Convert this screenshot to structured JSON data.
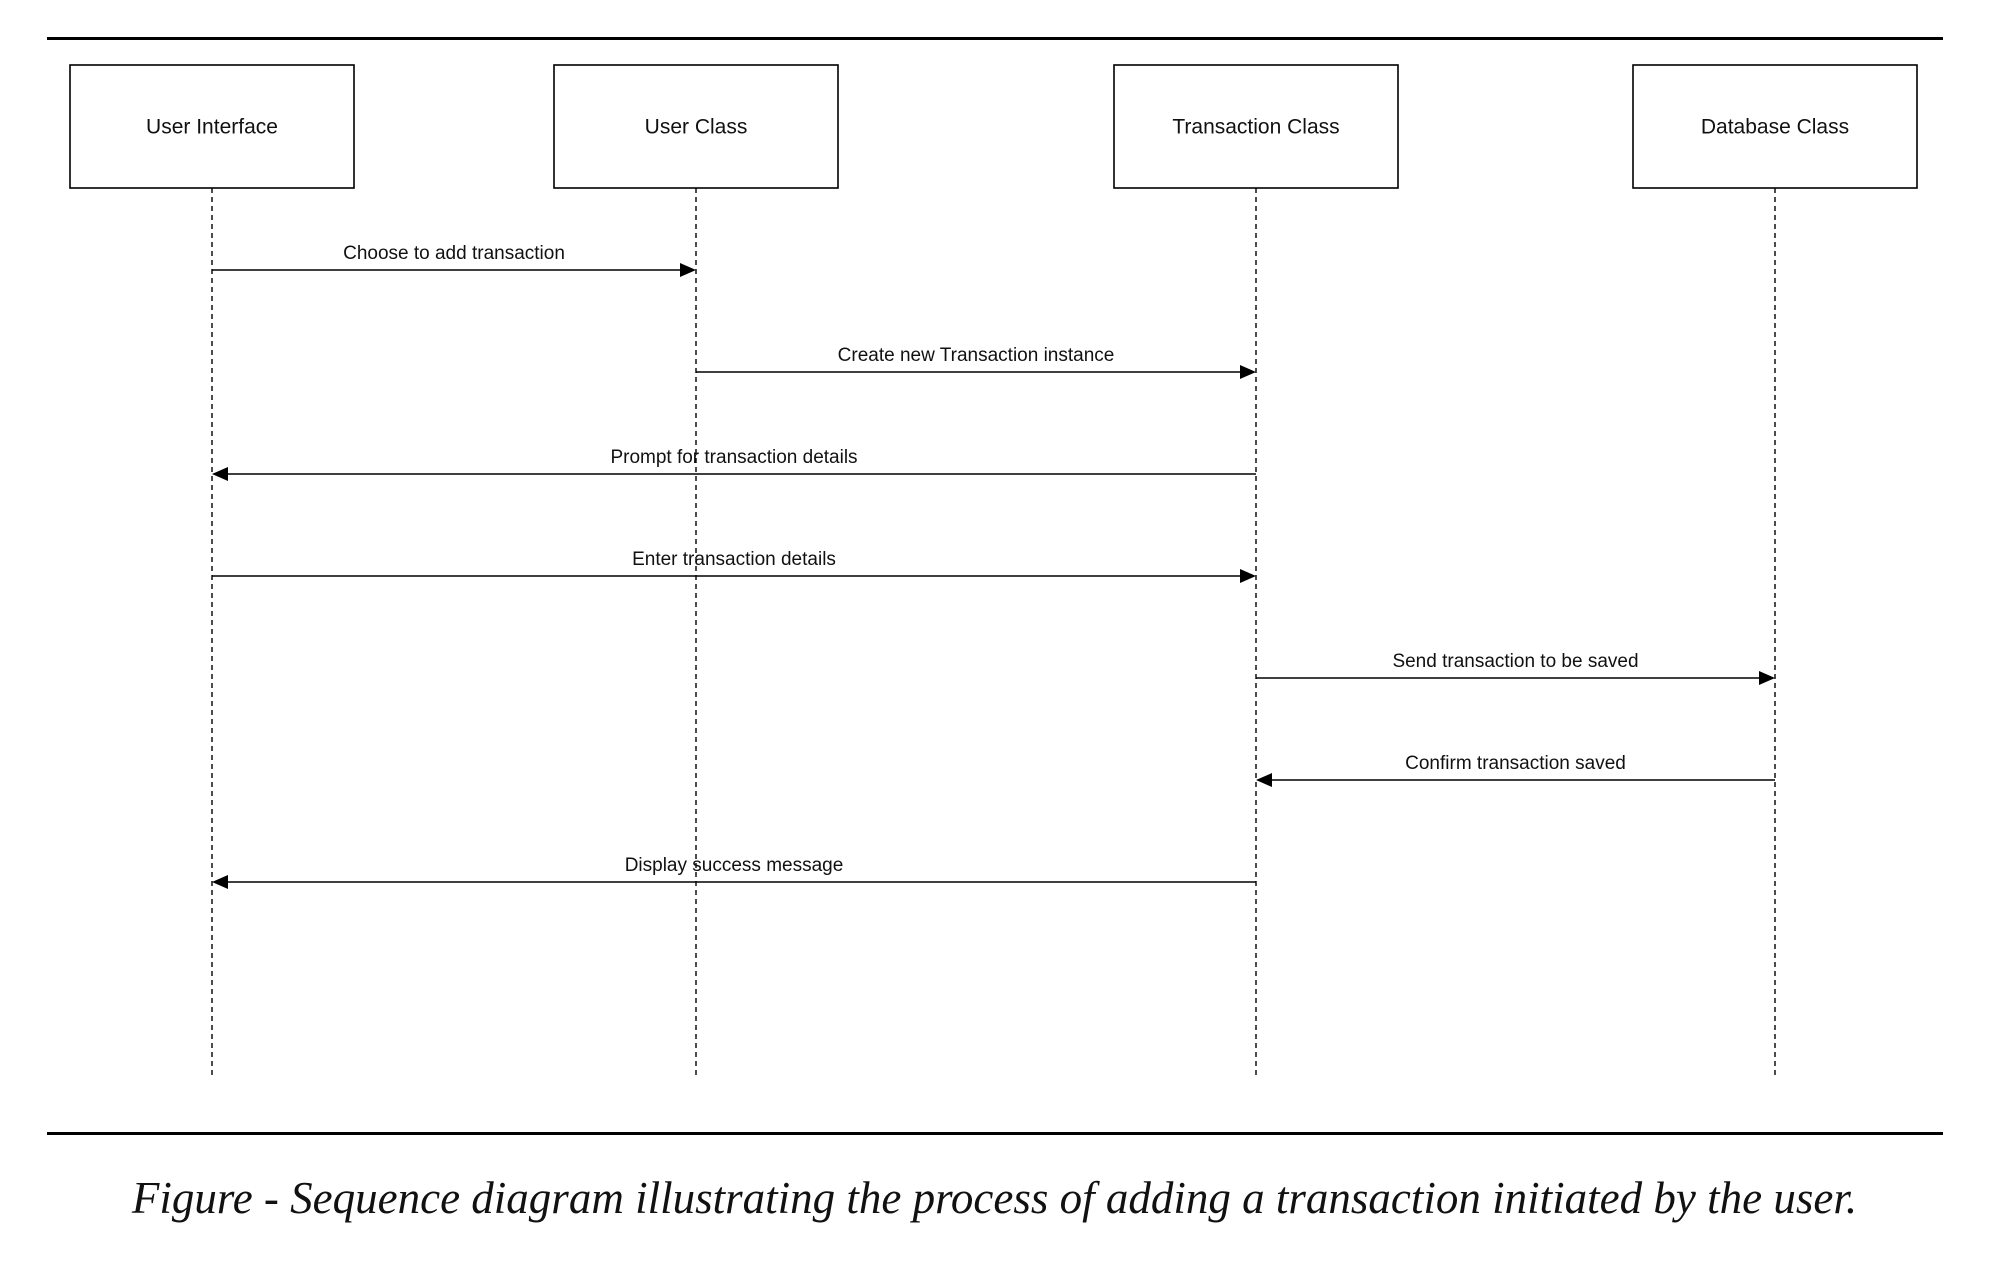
{
  "diagram": {
    "type": "sequence",
    "participants": [
      {
        "id": "ui",
        "label": "User Interface"
      },
      {
        "id": "user",
        "label": "User Class"
      },
      {
        "id": "txn",
        "label": "Transaction Class"
      },
      {
        "id": "db",
        "label": "Database Class"
      }
    ],
    "messages": [
      {
        "from": "ui",
        "to": "user",
        "label": "Choose to add transaction"
      },
      {
        "from": "user",
        "to": "txn",
        "label": "Create new Transaction instance"
      },
      {
        "from": "txn",
        "to": "ui",
        "label": "Prompt for transaction details"
      },
      {
        "from": "ui",
        "to": "txn",
        "label": "Enter transaction details"
      },
      {
        "from": "txn",
        "to": "db",
        "label": "Send transaction to be saved"
      },
      {
        "from": "db",
        "to": "txn",
        "label": "Confirm transaction saved"
      },
      {
        "from": "txn",
        "to": "ui",
        "label": "Display success message"
      }
    ]
  },
  "caption": "Figure - Sequence diagram illustrating the process of adding a transaction initiated by the user.",
  "colors": {
    "line": "#000000",
    "text": "#111111",
    "background": "#ffffff"
  }
}
